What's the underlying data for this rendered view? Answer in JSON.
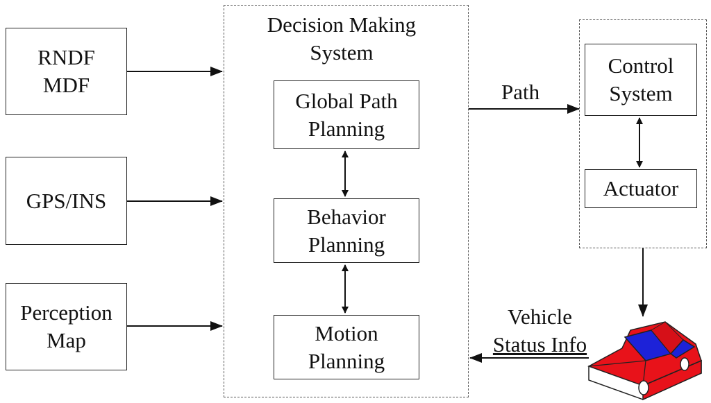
{
  "inputs": {
    "rndf": {
      "line1": "RNDF",
      "line2": "MDF"
    },
    "gps": {
      "line1": "GPS/INS"
    },
    "perception": {
      "line1": "Perception",
      "line2": "Map"
    }
  },
  "decision_system": {
    "title_line1": "Decision Making",
    "title_line2": "System",
    "global_path": {
      "line1": "Global Path",
      "line2": "Planning"
    },
    "behavior": {
      "line1": "Behavior",
      "line2": "Planning"
    },
    "motion": {
      "line1": "Motion",
      "line2": "Planning"
    }
  },
  "control_system": {
    "control": {
      "line1": "Control",
      "line2": "System"
    },
    "actuator": {
      "line1": "Actuator"
    }
  },
  "edges": {
    "path_label": "Path",
    "status_line1": "Vehicle",
    "status_line2": "Status Info"
  },
  "colors": {
    "car_body": "#e8121a",
    "car_window": "#1d22d8",
    "car_outline": "#222222"
  }
}
